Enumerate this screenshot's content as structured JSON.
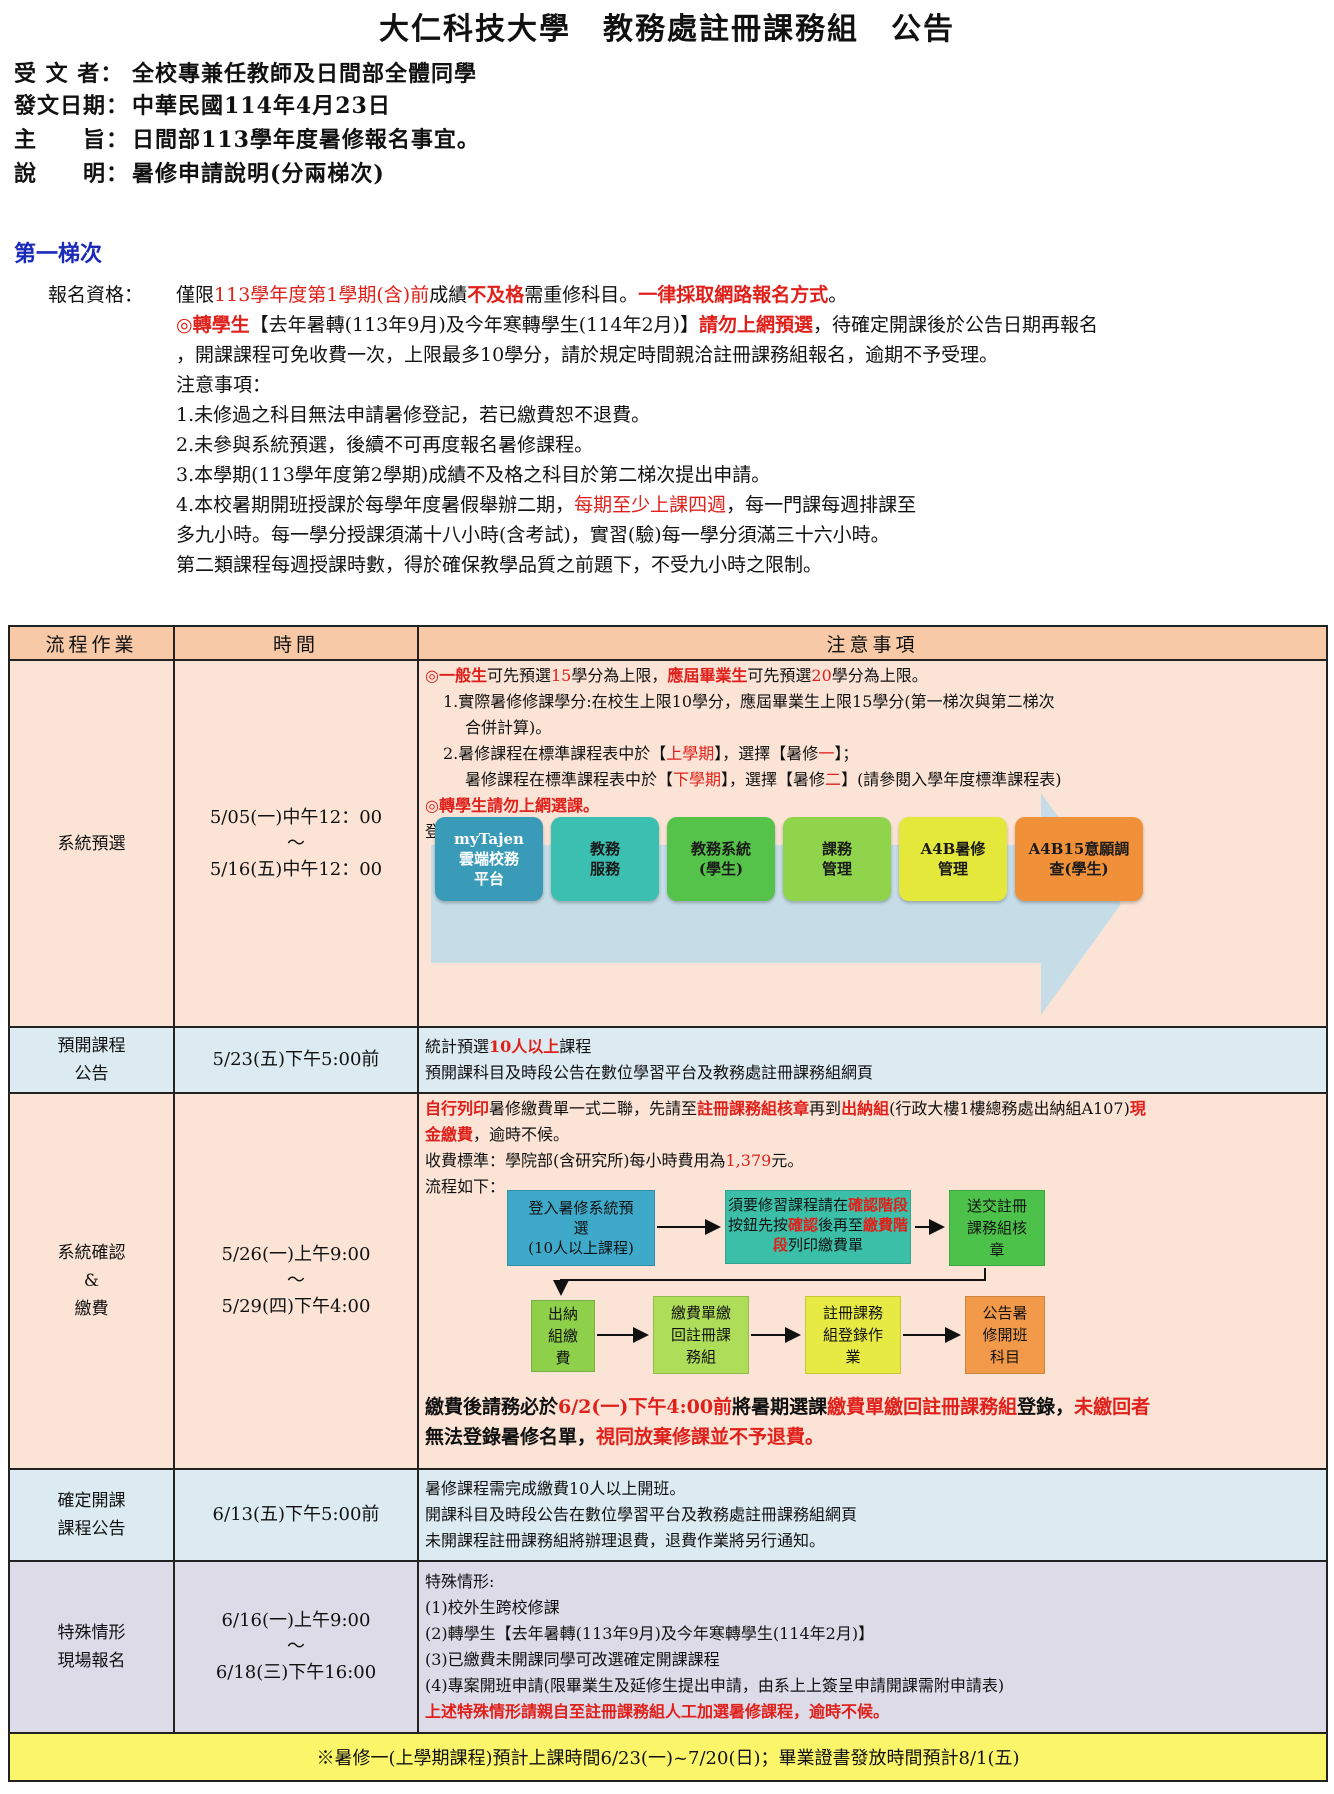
{
  "title": "大仁科技大學　教務處註冊課務組　公告",
  "header": {
    "recipient_key": "受 文 者：",
    "recipient": "全校專兼任教師及日間部全體同學",
    "date_key": "發文日期：",
    "date": "中華民國114年4月23日",
    "subject_key": "主　　旨：",
    "subject": "日間部113學年度暑修報名事宜。",
    "explain_key": "說　　明：",
    "explain": "暑修申請說明(分兩梯次)"
  },
  "section1": {
    "heading": "第一梯次",
    "qual_label": "報名資格：",
    "l1a": "僅限",
    "l1b": "113學年度第1學期(含)前",
    "l1c": "成績",
    "l1d": "不及格",
    "l1e": "需重修科目。",
    "l1f": "一律採取網路報名方式",
    "l1g": "。",
    "l2a": "◎轉學生",
    "l2b": "【去年暑轉(113年9月)及今年寒轉學生(114年2月)】",
    "l2c": "請勿上網預選",
    "l2d": "，待確定開課後於公告日期再報名",
    "l3": "，開課課程可免收費一次，上限最多10學分，請於規定時間親洽註冊課務組報名，逾期不予受理。",
    "notes_title": "注意事項：",
    "n1": "1.未修過之科目無法申請暑修登記，若已繳費恕不退費。",
    "n2": "2.未參與系統預選，後續不可再度報名暑修課程。",
    "n3": "3.本學期(113學年度第2學期)成績不及格之科目於第二梯次提出申請。",
    "n4a": "4.本校暑期開班授課於每學年度暑假舉辦二期，",
    "n4b": "每期至少上課四週",
    "n4c": "，每一門課每週排課至",
    "n5": "多九小時。每一學分授課須滿十八小時(含考試)，實習(驗)每一學分須滿三十六小時。",
    "n6": "第二類課程每週授課時數，得於確保教學品質之前題下，不受九小時之限制。"
  },
  "table": {
    "h1": "流程作業",
    "h2": "時間",
    "h3": "注意事項",
    "r1": {
      "step": "系統預選",
      "t1": "5/05(一)中午12：00",
      "t2": "～",
      "t3": "5/16(五)中午12：00",
      "a1": "◎一般生",
      "a2": "可先預選",
      "a3": "15",
      "a4": "學分為上限，",
      "a5": "應屆畢業生",
      "a6": "可先預選",
      "a7": "20",
      "a8": "學分為上限。",
      "b1": "1.實際暑修修課學分:在校生上限10學分，應屆畢業生上限15學分(第一梯次與第二梯次",
      "b2": "合併計算)。",
      "c1": "2.暑修課程在標準課程表中於【",
      "c2": "上學期",
      "c3": "】，選擇【暑修",
      "c4": "一",
      "c5": "】；",
      "d1": "暑修課程在標準課程表中於【",
      "d2": "下學期",
      "d3": "】，選擇【暑修",
      "d4": "二",
      "d5": "】(請參閱入學年度標準課程表)",
      "e": "◎轉學生請勿上網選課。",
      "f": "登入路徑如下：",
      "path": [
        {
          "label": "myTajen\n雲端校務\n平台",
          "color": "#3a9bb8"
        },
        {
          "label": "教務\n服務",
          "color": "#3bbfb0"
        },
        {
          "label": "教務系統\n(學生)",
          "color": "#55c24a"
        },
        {
          "label": "課務\n管理",
          "color": "#8fd44a"
        },
        {
          "label": "A4B暑修\n管理",
          "color": "#e4e83a"
        },
        {
          "label": "A4B15意願調\n查(學生)",
          "color": "#f0913a"
        }
      ]
    },
    "r2": {
      "step1": "預開課程",
      "step2": "公告",
      "time": "5/23(五)下午5:00前",
      "a1": "統計預選",
      "a2": "10人以上",
      "a3": "課程",
      "b": "預開課科目及時段公告在數位學習平台及教務處註冊課務組網頁"
    },
    "r3": {
      "step1": "系統確認",
      "step2": "&",
      "step3": "繳費",
      "t1": "5/26(一)上午9:00",
      "t2": "～",
      "t3": "5/29(四)下午4:00",
      "a1": "自行列印",
      "a2": "暑修繳費單一式二聯，先請至",
      "a3": "註冊課務組核章",
      "a4": "再到",
      "a5": "出納組",
      "a6": "(行政大樓1樓總務處出納組A107)",
      "a7": "現",
      "b1": "金繳費",
      "b2": "，逾時不候。",
      "c1": "收費標準：學院部(含研究所)每小時費用為",
      "c2": "1,379",
      "c3": "元。",
      "d": "流程如下：",
      "f1a": "登入暑修系統預",
      "f1b": "選",
      "f1c": "(10人以上課程)",
      "f2a": "須要修習課程請在",
      "f2b": "確",
      "f2c": "認階段",
      "f2d": "按鈕先按",
      "f2e": "確認",
      "f2f": "後再至",
      "f2g": "繳費階段",
      "f2h": "列印",
      "f2i": "繳費單",
      "f3": "送交註冊\n課務組核\n章",
      "f4": "出納\n組繳\n費",
      "f5": "繳費單繳\n回註冊課\n務組",
      "f6": "註冊課務\n組登錄作\n業",
      "f7": "公告暑\n修開班\n科目",
      "g1": "繳費後請務必於",
      "g2": "6/2(一)下午4:00前",
      "g3": "將暑期選課",
      "g4": "繳費單繳回註冊課務組",
      "g5": "登錄，",
      "g6": "未繳回者",
      "h1": "無法登錄暑修名單，",
      "h2": "視同放棄修課並不予退費。"
    },
    "r4": {
      "step1": "確定開課",
      "step2": "課程公告",
      "time": "6/13(五)下午5:00前",
      "a": "暑修課程需完成繳費10人以上開班。",
      "b": "開課科目及時段公告在數位學習平台及教務處註冊課務組網頁",
      "c": "未開課程註冊課務組將辦理退費，退費作業將另行通知。"
    },
    "r5": {
      "step1": "特殊情形",
      "step2": "現場報名",
      "t1": "6/16(一)上午9:00",
      "t2": "～",
      "t3": "6/18(三)下午16:00",
      "a": "特殊情形:",
      "b": "(1)校外生跨校修課",
      "c": "(2)轉學生【去年暑轉(113年9月)及今年寒轉學生(114年2月)】",
      "d": "(3)已繳費未開課同學可改選確定開課課程",
      "e": "(4)專案開班申請(限畢業生及延修生提出申請，由系上上簽呈申請開課需附申請表)",
      "f": "上述特殊情形請親自至註冊課務組人工加選暑修課程，逾時不候。"
    },
    "footer": "※暑修一(上學期課程)預計上課時間6/23(一)~7/20(日)；畢業證書發放時間預計8/1(五)"
  }
}
